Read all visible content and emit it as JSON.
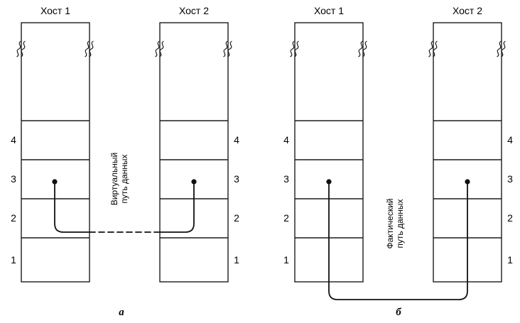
{
  "layer_numbers": [
    "4",
    "3",
    "2",
    "1"
  ],
  "panel_a": {
    "label": "а",
    "host1_title": "Хост 1",
    "host2_title": "Хост 2",
    "path_label_line1": "Виртуальный",
    "path_label_line2": "путь данных",
    "path_style": "dashed"
  },
  "panel_b": {
    "label": "б",
    "host1_title": "Хост 1",
    "host2_title": "Хост 2",
    "path_label_line1": "Фактический",
    "path_label_line2": "путь данных",
    "path_style": "solid"
  },
  "colors": {
    "line": "#1c1c1c",
    "background": "#ffffff"
  }
}
